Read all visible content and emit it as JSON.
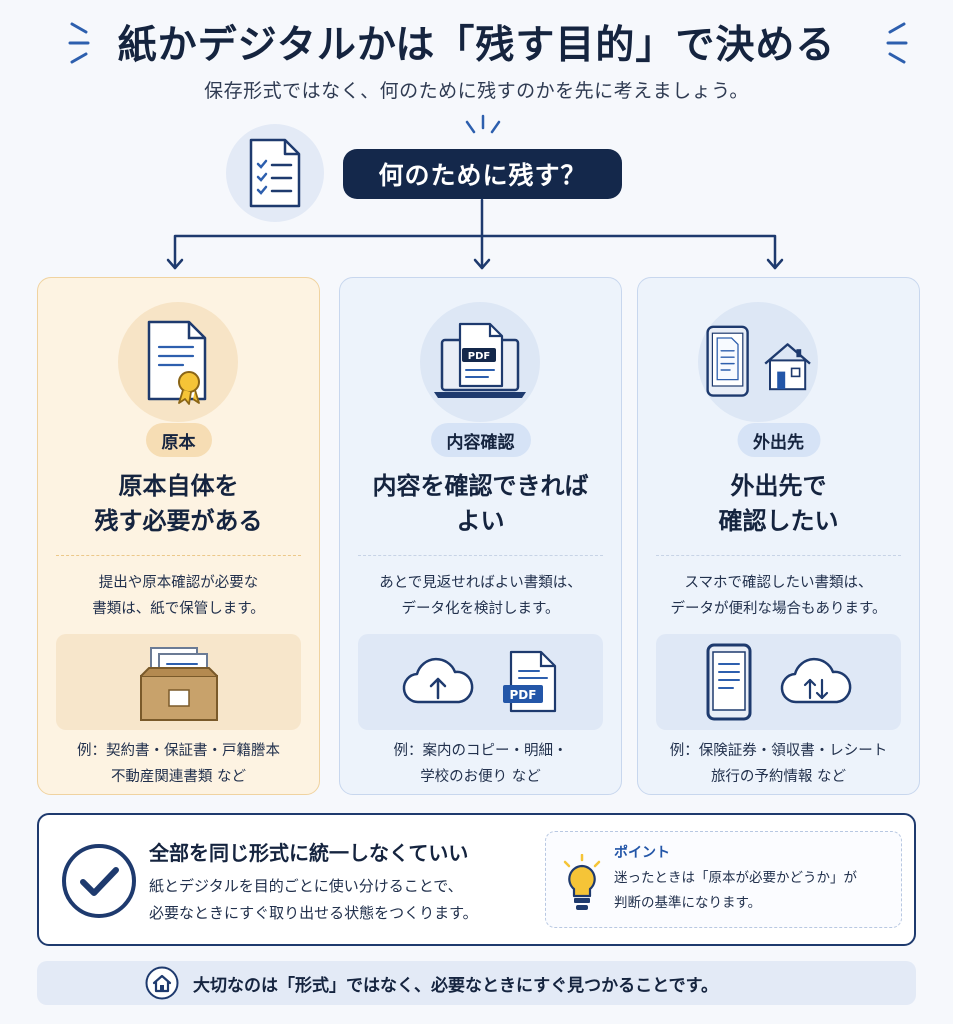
{
  "header": {
    "title": "紙かデジタルかは「残す目的」で決める",
    "subtitle": "保存形式ではなく、何のために残すのかを先に考えましょう。"
  },
  "question": "何のために残す？",
  "cards": [
    {
      "tag": "原本",
      "heading_lines": [
        "原本自体を",
        "残す必要がある"
      ],
      "desc_lines": [
        "提出や原本確認が必要な",
        "書類は、紙で保管します。"
      ],
      "example_lines": [
        "例：契約書・保証書・戸籍謄本",
        "不動産関連書類 など"
      ]
    },
    {
      "tag": "内容確認",
      "heading_lines": [
        "内容を確認できれば",
        "よい"
      ],
      "desc_lines": [
        "あとで見返せればよい書類は、",
        "データ化を検討します。"
      ],
      "example_lines": [
        "例：案内のコピー・明細・",
        "学校のお便り など"
      ],
      "icon_label": "PDF",
      "illus_label": "PDF"
    },
    {
      "tag": "外出先",
      "heading_lines": [
        "外出先で",
        "確認したい"
      ],
      "desc_lines": [
        "スマホで確認したい書類は、",
        "データが便利な場合もあります。"
      ],
      "example_lines": [
        "例：保険証券・領収書・レシート",
        "旅行の予約情報 など"
      ]
    }
  ],
  "summary": {
    "title": "全部を同じ形式に統一しなくていい",
    "body_lines": [
      "紙とデジタルを目的ごとに使い分けることで、",
      "必要なときにすぐ取り出せる状態をつくります。"
    ],
    "point_label": "ポイント",
    "point_lines": [
      "迷ったときは「原本が必要かどうか」が",
      "判断の基準になります。"
    ]
  },
  "footer": "大切なのは「形式」ではなく、必要なときにすぐ見つかることです。",
  "colors": {
    "navy": "#14284b",
    "orange_card": "#fdf3e2",
    "blue_card": "#edf3fb",
    "accent_blue": "#2356a8",
    "bulb_yellow": "#f5c437"
  }
}
